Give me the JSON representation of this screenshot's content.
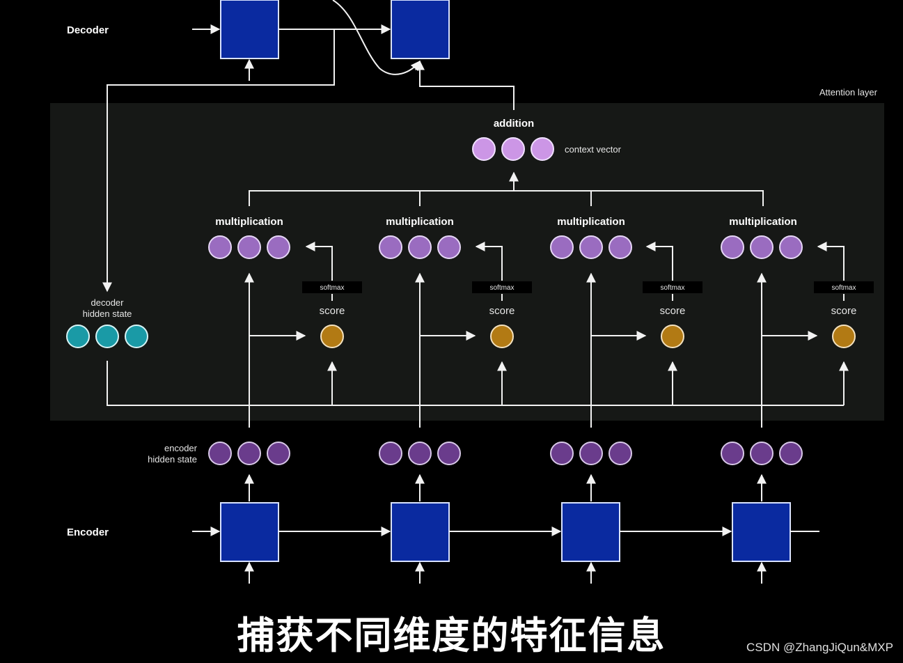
{
  "labels": {
    "decoder": "Decoder",
    "encoder": "Encoder",
    "attention_layer": "Attention layer",
    "addition": "addition",
    "context_vector": "context vector",
    "multiplication": "multiplication",
    "softmax": "softmax",
    "score": "score",
    "decoder_hidden_state": [
      "decoder",
      "hidden state"
    ],
    "encoder_hidden_state": [
      "encoder",
      "hidden state"
    ]
  },
  "caption": "捕获不同维度的特征信息",
  "watermark": "CSDN @ZhangJiQun&MXP",
  "colors": {
    "background": "#000000",
    "attention_panel": "#161816",
    "rnn_block": "#0a2aa0",
    "decoder_hidden": "#1a9aa6",
    "encoder_hidden": "#6a3c8c",
    "weighted": "#9a6cc0",
    "context": "#cc96e6",
    "score": "#b27a14"
  }
}
